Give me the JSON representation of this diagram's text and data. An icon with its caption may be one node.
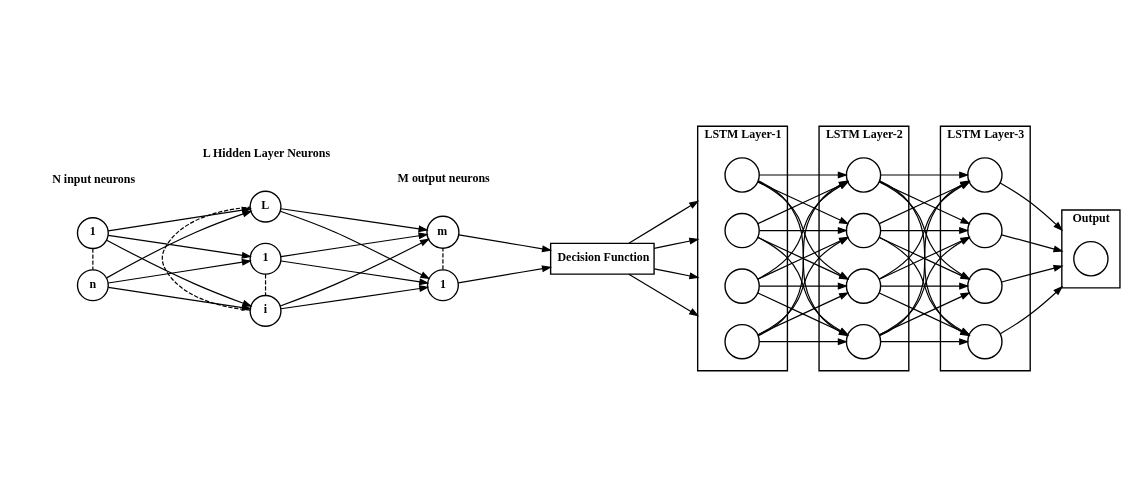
{
  "diagram": {
    "nodes": [
      {
        "text": [
          "1"
        ]
      },
      {
        "text": [
          "n"
        ]
      },
      {
        "text": [
          "1"
        ]
      },
      {
        "text": [
          "i"
        ]
      },
      {
        "text": [
          "L"
        ]
      },
      {
        "text": [
          "1"
        ]
      },
      {
        "text": [
          "m"
        ]
      },
      {
        "text": [
          "Decision Function"
        ]
      },
      {
        "text": [
          "LSTM Layer-1"
        ]
      },
      {
        "text": [],
        "shape": "circle",
        "in": 8
      },
      {
        "text": [],
        "shape": "circle",
        "in": 8
      },
      {
        "text": [],
        "shape": "circle",
        "in": 8
      },
      {
        "text": [],
        "shape": "circle",
        "in": 8
      },
      {
        "text": [
          "LSTM Layer-2"
        ]
      },
      {
        "text": [],
        "shape": "circle",
        "in": 13
      },
      {
        "text": [],
        "shape": "circle",
        "in": 13
      },
      {
        "text": [],
        "shape": "circle",
        "in": 13
      },
      {
        "text": [],
        "shape": "circle",
        "in": 13
      },
      {
        "text": [
          "LSTM Layer-3"
        ]
      },
      {
        "text": [],
        "shape": "circle",
        "in": 18
      },
      {
        "text": [],
        "shape": "circle",
        "in": 18
      },
      {
        "text": [],
        "shape": "circle",
        "in": 18
      },
      {
        "text": [],
        "shape": "circle",
        "in": 18
      },
      {
        "text": [
          "Output"
        ]
      },
      {
        "text": [],
        "shape": "circle",
        "in": 23
      }
    ],
    "edges": [
      {
        "from": 0,
        "to": 1,
        "arrow": "none",
        "style": "dashed"
      },
      {
        "from": 2,
        "to": 3,
        "arrow": "none",
        "style": "dashed"
      },
      {
        "from": 3,
        "to": 4,
        "arrow": "none",
        "style": "dashed"
      },
      {
        "from": 5,
        "to": 6,
        "arrow": "none",
        "style": "dashed"
      },
      {
        "from": 0,
        "to": 2,
        "arrow": "to"
      },
      {
        "from": 0,
        "to": 3,
        "arrow": "to"
      },
      {
        "from": 0,
        "to": 4,
        "arrow": "to"
      },
      {
        "from": 1,
        "to": 2,
        "arrow": "to"
      },
      {
        "from": 1,
        "to": 3,
        "arrow": "to"
      },
      {
        "from": 1,
        "to": 4,
        "arrow": "to"
      },
      {
        "from": 2,
        "to": 5,
        "arrow": "to"
      },
      {
        "from": 2,
        "to": 6,
        "arrow": "to"
      },
      {
        "from": 3,
        "to": 5,
        "arrow": "to"
      },
      {
        "from": 3,
        "to": 6,
        "arrow": "to"
      },
      {
        "from": 4,
        "to": 5,
        "arrow": "to"
      },
      {
        "from": 4,
        "to": 6,
        "arrow": "to"
      },
      {
        "from": 5,
        "to": 7,
        "arrow": "to"
      },
      {
        "from": 6,
        "to": 7,
        "arrow": "to"
      },
      {
        "from": 7,
        "to": 8,
        "arrow": "to"
      },
      {
        "from": 7,
        "to": 8,
        "arrow": "to"
      },
      {
        "from": 7,
        "to": 8,
        "arrow": "to"
      },
      {
        "from": 7,
        "to": 8,
        "arrow": "to"
      },
      {
        "from": 9,
        "to": 14,
        "arrow": "to"
      },
      {
        "from": 9,
        "to": 15,
        "arrow": "to"
      },
      {
        "from": 9,
        "to": 16,
        "arrow": "to"
      },
      {
        "from": 9,
        "to": 17,
        "arrow": "to"
      },
      {
        "from": 10,
        "to": 14,
        "arrow": "to"
      },
      {
        "from": 10,
        "to": 15,
        "arrow": "to"
      },
      {
        "from": 10,
        "to": 16,
        "arrow": "to"
      },
      {
        "from": 10,
        "to": 17,
        "arrow": "to"
      },
      {
        "from": 11,
        "to": 14,
        "arrow": "to"
      },
      {
        "from": 11,
        "to": 15,
        "arrow": "to"
      },
      {
        "from": 11,
        "to": 16,
        "arrow": "to"
      },
      {
        "from": 11,
        "to": 17,
        "arrow": "to"
      },
      {
        "from": 12,
        "to": 14,
        "arrow": "to"
      },
      {
        "from": 12,
        "to": 15,
        "arrow": "to"
      },
      {
        "from": 12,
        "to": 16,
        "arrow": "to"
      },
      {
        "from": 12,
        "to": 17,
        "arrow": "to"
      },
      {
        "from": 14,
        "to": 19,
        "arrow": "to"
      },
      {
        "from": 14,
        "to": 20,
        "arrow": "to"
      },
      {
        "from": 14,
        "to": 21,
        "arrow": "to"
      },
      {
        "from": 14,
        "to": 22,
        "arrow": "to"
      },
      {
        "from": 15,
        "to": 19,
        "arrow": "to"
      },
      {
        "from": 15,
        "to": 20,
        "arrow": "to"
      },
      {
        "from": 15,
        "to": 21,
        "arrow": "to"
      },
      {
        "from": 15,
        "to": 22,
        "arrow": "to"
      },
      {
        "from": 16,
        "to": 19,
        "arrow": "to"
      },
      {
        "from": 16,
        "to": 20,
        "arrow": "to"
      },
      {
        "from": 16,
        "to": 21,
        "arrow": "to"
      },
      {
        "from": 16,
        "to": 22,
        "arrow": "to"
      },
      {
        "from": 17,
        "to": 19,
        "arrow": "to"
      },
      {
        "from": 17,
        "to": 20,
        "arrow": "to"
      },
      {
        "from": 17,
        "to": 21,
        "arrow": "to"
      },
      {
        "from": 17,
        "to": 22,
        "arrow": "to"
      },
      {
        "from": 19,
        "to": 23,
        "arrow": "to"
      },
      {
        "from": 20,
        "to": 23,
        "arrow": "to"
      },
      {
        "from": 21,
        "to": 23,
        "arrow": "to"
      },
      {
        "from": 22,
        "to": 23,
        "arrow": "to"
      }
    ],
    "labels": [
      "N input neurons",
      "L Hidden Layer Neurons",
      "M output neurons"
    ]
  }
}
